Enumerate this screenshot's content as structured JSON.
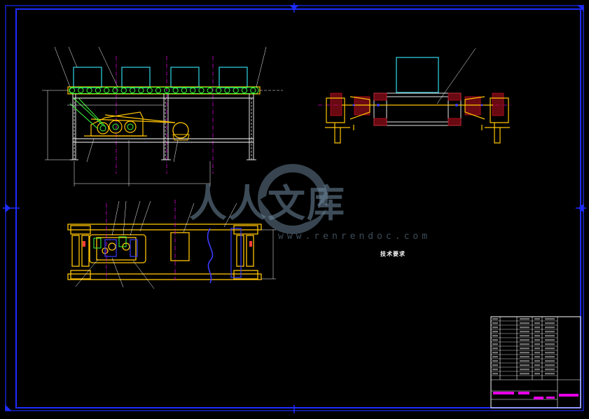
{
  "watermark": {
    "brand": "人人文库",
    "url": "www.renrendoc.com"
  },
  "tech_requirements": {
    "title": "技术要求",
    "lines": []
  },
  "section_caption": "",
  "colors": {
    "background": "#000000",
    "frame": "#1e2cff",
    "part_outline": "#ffffff",
    "housing_yellow": "#ffc400",
    "roller_cyan": "#2ec8d8",
    "chain_green": "#3cff3c",
    "center_line_magenta": "#d100d1",
    "table_magenta": "#ff00ff",
    "section_red": "#c01020"
  }
}
